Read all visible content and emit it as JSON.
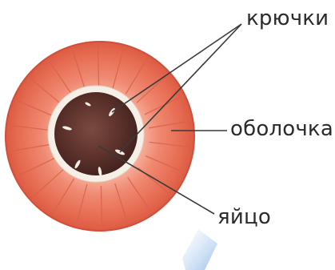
{
  "labels": {
    "hooks": "крючки",
    "shell": "оболочка",
    "egg": "яйцо"
  },
  "colors": {
    "shell_outer": "#dd5a43",
    "shell_inner": "#f08a72",
    "shell_highlight": "#f6b09c",
    "ring": "#f6efe8",
    "egg_dark": "#4a2724",
    "egg_mid": "#6d3d35",
    "hooks": "#f3ece4",
    "leader_lines": "#3a3a3a",
    "watermark": "#4f8fd6"
  }
}
